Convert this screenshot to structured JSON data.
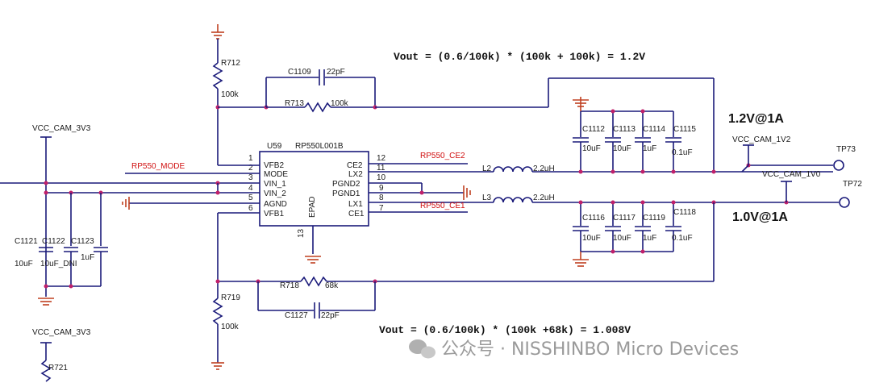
{
  "equations": {
    "top": "Vout = (0.6/100k) * (100k + 100k) = 1.2V",
    "bottom": "Vout = (0.6/100k) * (100k +68k) = 1.008V"
  },
  "ratings": {
    "top": "1.2V@1A",
    "bottom": "1.0V@1A"
  },
  "chip": {
    "ref": "U59",
    "part": "RP550L001B",
    "epad": "EPAD",
    "epad_pin": "13",
    "left_pins": [
      {
        "num": "1",
        "name": "VFB2"
      },
      {
        "num": "2",
        "name": "MODE"
      },
      {
        "num": "3",
        "name": "VIN_1"
      },
      {
        "num": "4",
        "name": "VIN_2"
      },
      {
        "num": "5",
        "name": "AGND"
      },
      {
        "num": "6",
        "name": "VFB1"
      }
    ],
    "right_pins": [
      {
        "num": "12",
        "name": "CE2"
      },
      {
        "num": "11",
        "name": "LX2"
      },
      {
        "num": "10",
        "name": "PGND2"
      },
      {
        "num": "9",
        "name": "PGND1"
      },
      {
        "num": "8",
        "name": "LX1"
      },
      {
        "num": "7",
        "name": "CE1"
      }
    ]
  },
  "nets": {
    "mode": "RP550_MODE",
    "ce2": "RP550_CE2",
    "ce1": "RP550_CE1",
    "vin_left": "VCC_CAM_3V3",
    "vin_bottom": "VCC_CAM_3V3",
    "out_1v2": "VCC_CAM_1V2",
    "out_1v0": "VCC_CAM_1V0"
  },
  "testpoints": {
    "tp73": "TP73",
    "tp72": "TP72"
  },
  "resistors": {
    "r712": {
      "ref": "R712",
      "val": "100k"
    },
    "r713": {
      "ref": "R713",
      "val": "100k"
    },
    "r718": {
      "ref": "R718",
      "val": "68k"
    },
    "r719": {
      "ref": "R719",
      "val": "100k"
    },
    "r721": {
      "ref": "R721"
    }
  },
  "capacitors": {
    "c1109": {
      "ref": "C1109",
      "val": "22pF"
    },
    "c1127": {
      "ref": "C1127",
      "val": "22pF"
    },
    "c1112": {
      "ref": "C1112",
      "val": "10uF"
    },
    "c1113": {
      "ref": "C1113",
      "val": "10uF"
    },
    "c1114": {
      "ref": "C1114",
      "val": "1uF"
    },
    "c1115": {
      "ref": "C1115",
      "val": "0.1uF"
    },
    "c1116": {
      "ref": "C1116",
      "val": "10uF"
    },
    "c1117": {
      "ref": "C1117",
      "val": "10uF"
    },
    "c1119": {
      "ref": "C1119",
      "val": "1uF"
    },
    "c1118": {
      "ref": "C1118",
      "val": "0.1uF"
    },
    "c1121": {
      "ref": "C1121",
      "val": "10uF"
    },
    "c1122": {
      "ref": "C1122",
      "val": "10uF_DNI"
    },
    "c1123": {
      "ref": "C1123",
      "val": "1uF"
    }
  },
  "inductors": {
    "l2": {
      "ref": "L2",
      "val": "2.2uH"
    },
    "l3": {
      "ref": "L3",
      "val": "2.2uH"
    }
  },
  "watermark": "公众号 · NISSHINBO Micro Devices"
}
